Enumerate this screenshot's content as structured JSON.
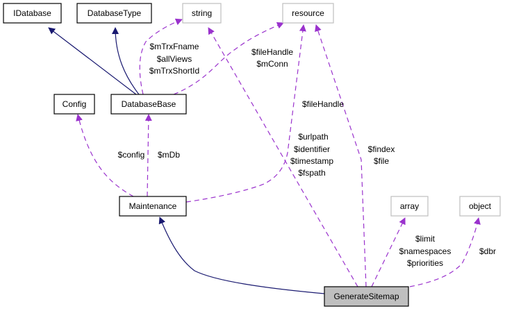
{
  "nodes": {
    "idatabase": "IDatabase",
    "databasetype": "DatabaseType",
    "string": "string",
    "resource": "resource",
    "config": "Config",
    "databasebase": "DatabaseBase",
    "maintenance": "Maintenance",
    "array": "array",
    "object": "object",
    "generatesitemap": "GenerateSitemap"
  },
  "edge_labels": {
    "databasebase_string": [
      "$mTrxFname",
      "$allViews",
      "$mTrxShortId"
    ],
    "databasebase_resource": [
      "$fileHandle",
      "$mConn"
    ],
    "maintenance_resource": [
      "$fileHandle"
    ],
    "maintenance_config": [
      "$config"
    ],
    "maintenance_databasebase": [
      "$mDb"
    ],
    "generatesitemap_string": [
      "$urlpath",
      "$identifier",
      "$timestamp",
      "$fspath"
    ],
    "generatesitemap_resource": [
      "$findex",
      "$file"
    ],
    "generatesitemap_array": [
      "$limit",
      "$namespaces",
      "$priorities"
    ],
    "generatesitemap_object": [
      "$dbr"
    ]
  },
  "colors": {
    "inheritance": "#191970",
    "usage": "#9a32cd",
    "documented_border": "#000000",
    "undocumented_border": "#bfbfbf",
    "focus_fill": "#bfbfbf"
  }
}
